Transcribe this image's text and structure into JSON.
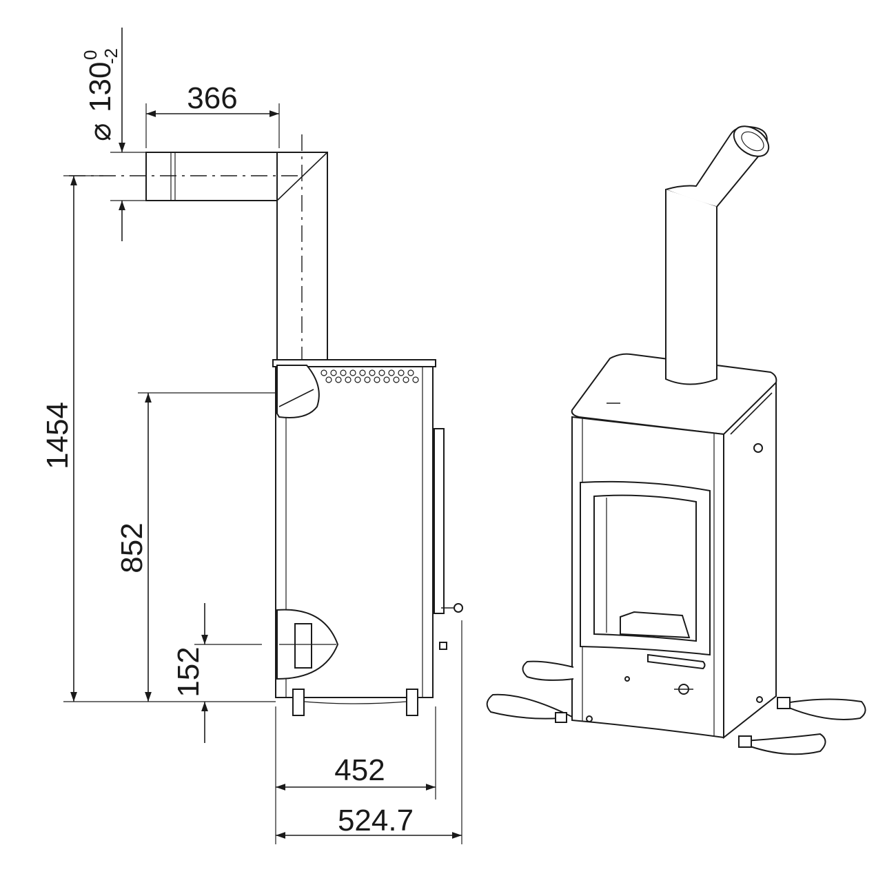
{
  "dimensions": {
    "flue_diameter": {
      "symbol": "⌀",
      "value": "130",
      "upper_tolerance": "0",
      "lower_tolerance": "-2"
    },
    "flue_offset": "366",
    "total_height": "1454",
    "flue_outlet_height": "852",
    "air_inlet_height": "152",
    "body_depth": "452",
    "total_depth": "524.7"
  },
  "colors": {
    "line": "#1a1a1a",
    "background": "#ffffff"
  }
}
